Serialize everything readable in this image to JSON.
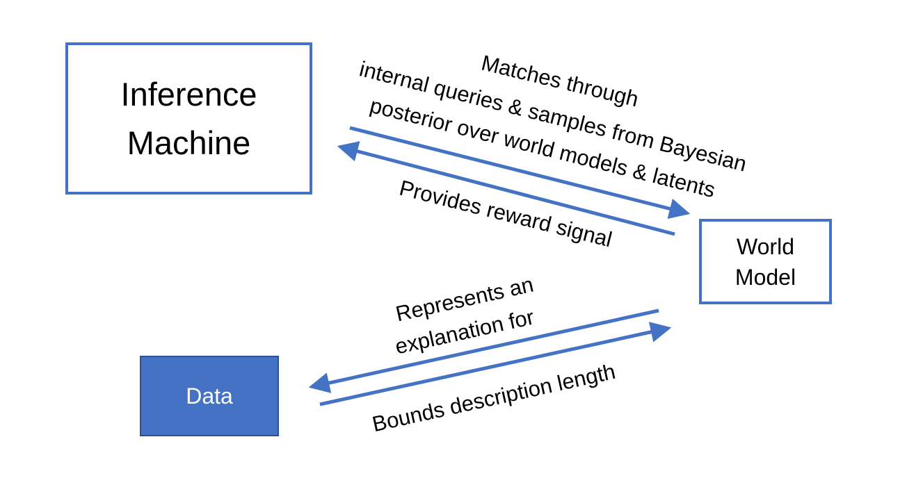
{
  "nodes": {
    "inference_machine": "Inference\nMachine",
    "world_model": "World\nModel",
    "data": "Data"
  },
  "edges": {
    "matches_line1": "Matches through",
    "matches_line2": "internal queries & samples from Bayesian",
    "matches_line3": "posterior over world models & latents",
    "reward": "Provides reward signal",
    "represents_line1": "Represents an",
    "represents_line2": "explanation for",
    "bounds": "Bounds description length"
  },
  "colors": {
    "accent": "#4472c4",
    "data_fill": "#4472c4",
    "data_text": "#ffffff",
    "text": "#000000"
  }
}
